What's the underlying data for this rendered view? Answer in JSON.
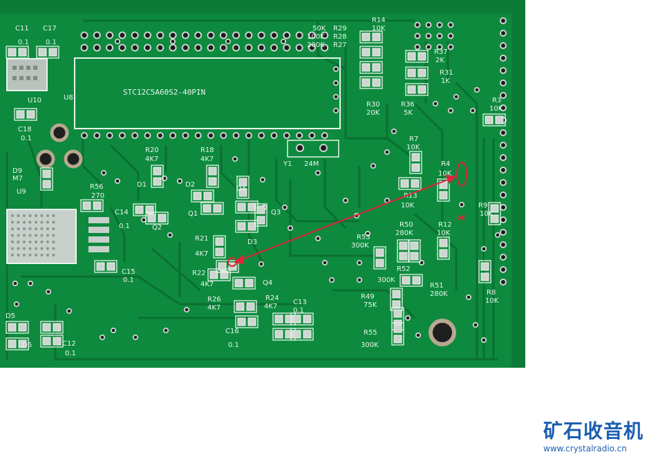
{
  "board": {
    "colors": {
      "substrate": "#0d8a3e",
      "mask_light": "#16a34c",
      "trace": "#0a6f32",
      "silk": "#e9f5ea",
      "pad": "#cfd6d1",
      "hole": "#1b1b1b",
      "annotation": "#e0253a"
    },
    "ic_label": "STC12C5A60S2-40PIN",
    "labels": [
      {
        "id": "c11",
        "text": "C11"
      },
      {
        "id": "c11v",
        "text": "0.1"
      },
      {
        "id": "c17",
        "text": "C17"
      },
      {
        "id": "c17v",
        "text": "0.1"
      },
      {
        "id": "u10",
        "text": "U10"
      },
      {
        "id": "u8",
        "text": "U8"
      },
      {
        "id": "c18",
        "text": "C18"
      },
      {
        "id": "c18v",
        "text": "0.1"
      },
      {
        "id": "d9",
        "text": "D9"
      },
      {
        "id": "d9v",
        "text": "M7"
      },
      {
        "id": "u9",
        "text": "U9"
      },
      {
        "id": "r56",
        "text": "R56"
      },
      {
        "id": "r56v",
        "text": "270"
      },
      {
        "id": "c14",
        "text": "C14"
      },
      {
        "id": "c14v",
        "text": "0.1"
      },
      {
        "id": "c15",
        "text": "C15"
      },
      {
        "id": "c15v",
        "text": "0.1"
      },
      {
        "id": "d5",
        "text": "D5"
      },
      {
        "id": "d6",
        "text": "D6"
      },
      {
        "id": "c12",
        "text": "C12"
      },
      {
        "id": "c12v",
        "text": "0.1"
      },
      {
        "id": "r20",
        "text": "R20"
      },
      {
        "id": "r20v",
        "text": "4K7"
      },
      {
        "id": "d1",
        "text": "D1"
      },
      {
        "id": "q2",
        "text": "Q2"
      },
      {
        "id": "r18",
        "text": "R18"
      },
      {
        "id": "r18v",
        "text": "4K7"
      },
      {
        "id": "d2",
        "text": "D2"
      },
      {
        "id": "q1",
        "text": "Q1"
      },
      {
        "id": "d4",
        "text": "D4"
      },
      {
        "id": "q3",
        "text": "Q3"
      },
      {
        "id": "d3",
        "text": "D3"
      },
      {
        "id": "r21",
        "text": "R21"
      },
      {
        "id": "r21v",
        "text": "4K7"
      },
      {
        "id": "r22",
        "text": "R22"
      },
      {
        "id": "r22v",
        "text": "4K7"
      },
      {
        "id": "q4",
        "text": "Q4"
      },
      {
        "id": "r26",
        "text": "R26"
      },
      {
        "id": "r26v",
        "text": "4K7"
      },
      {
        "id": "r24",
        "text": "R24"
      },
      {
        "id": "r24v",
        "text": "4K7"
      },
      {
        "id": "c13",
        "text": "C13"
      },
      {
        "id": "c13v",
        "text": "0.1"
      },
      {
        "id": "c16",
        "text": "C16"
      },
      {
        "id": "c16v",
        "text": "0.1"
      },
      {
        "id": "y1",
        "text": "Y1"
      },
      {
        "id": "y1v",
        "text": "24M"
      },
      {
        "id": "l50k",
        "text": "50K"
      },
      {
        "id": "l100k",
        "text": "100K"
      },
      {
        "id": "l200k",
        "text": "200K"
      },
      {
        "id": "r29",
        "text": "R29"
      },
      {
        "id": "r28",
        "text": "R28"
      },
      {
        "id": "r27",
        "text": "R27"
      },
      {
        "id": "r14",
        "text": "R14"
      },
      {
        "id": "r14v",
        "text": "10K"
      },
      {
        "id": "r30",
        "text": "R30"
      },
      {
        "id": "r30v",
        "text": "20K"
      },
      {
        "id": "r36",
        "text": "R36"
      },
      {
        "id": "r36v",
        "text": "5K"
      },
      {
        "id": "r37",
        "text": "R37"
      },
      {
        "id": "r37v",
        "text": "2K"
      },
      {
        "id": "r31",
        "text": "R31"
      },
      {
        "id": "r31v",
        "text": "1K"
      },
      {
        "id": "r3",
        "text": "R3"
      },
      {
        "id": "r3v",
        "text": "10K"
      },
      {
        "id": "r7",
        "text": "R7"
      },
      {
        "id": "r7v",
        "text": "10K"
      },
      {
        "id": "r4",
        "text": "R4"
      },
      {
        "id": "r4v",
        "text": "10K"
      },
      {
        "id": "r13",
        "text": "R13"
      },
      {
        "id": "r13v",
        "text": "10K"
      },
      {
        "id": "r9",
        "text": "R9"
      },
      {
        "id": "r9v",
        "text": "10K"
      },
      {
        "id": "r50",
        "text": "R50"
      },
      {
        "id": "r50v",
        "text": "280K"
      },
      {
        "id": "r12",
        "text": "R12"
      },
      {
        "id": "r12v",
        "text": "10K"
      },
      {
        "id": "r53",
        "text": "R53"
      },
      {
        "id": "r53v",
        "text": "300K"
      },
      {
        "id": "r52",
        "text": "R52"
      },
      {
        "id": "r52v",
        "text": "300K"
      },
      {
        "id": "r51",
        "text": "R51"
      },
      {
        "id": "r51v",
        "text": "280K"
      },
      {
        "id": "r49",
        "text": "R49"
      },
      {
        "id": "r49v",
        "text": "75K"
      },
      {
        "id": "r55",
        "text": "R55"
      },
      {
        "id": "r55v",
        "text": "300K"
      },
      {
        "id": "r8",
        "text": "R8"
      },
      {
        "id": "r8v",
        "text": "10K"
      }
    ]
  },
  "watermark": {
    "title": "矿石收音机",
    "url": "www.crystalradio.cn",
    "color": "#1c5fb0"
  }
}
